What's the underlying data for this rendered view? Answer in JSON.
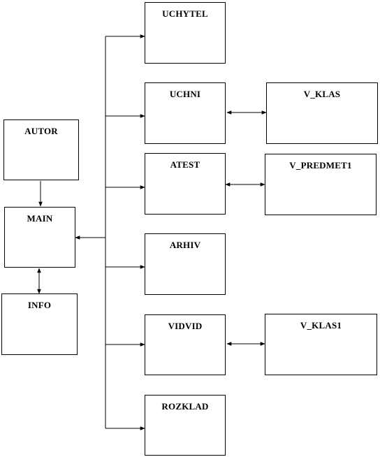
{
  "diagram": {
    "nodes": {
      "autor": "AUTOR",
      "main": "MAIN",
      "info": "INFO",
      "uchytel": "UCHYTEL",
      "uchni": "UCHNI",
      "atest": "ATEST",
      "arhiv": "ARHIV",
      "vidvid": "VIDVID",
      "rozklad": "ROZKLAD",
      "v_klas": "V_KLAS",
      "v_predmet1": "V_PREDMET1",
      "v_klas1": "V_KLAS1"
    },
    "edges": [
      {
        "from": "autor",
        "to": "main",
        "direction": "forward"
      },
      {
        "from": "main",
        "to": "info",
        "direction": "both"
      },
      {
        "from": "main",
        "to": "uchytel",
        "direction": "forward"
      },
      {
        "from": "main",
        "to": "uchni",
        "direction": "forward"
      },
      {
        "from": "main",
        "to": "atest",
        "direction": "forward"
      },
      {
        "from": "main",
        "to": "arhiv",
        "direction": "forward"
      },
      {
        "from": "main",
        "to": "vidvid",
        "direction": "forward"
      },
      {
        "from": "main",
        "to": "rozklad",
        "direction": "forward"
      },
      {
        "from": "uchni",
        "to": "v_klas",
        "direction": "both"
      },
      {
        "from": "atest",
        "to": "v_predmet1",
        "direction": "both"
      },
      {
        "from": "vidvid",
        "to": "v_klas1",
        "direction": "both"
      }
    ],
    "colors": {
      "stroke": "#000000",
      "fill": "#ffffff"
    }
  }
}
